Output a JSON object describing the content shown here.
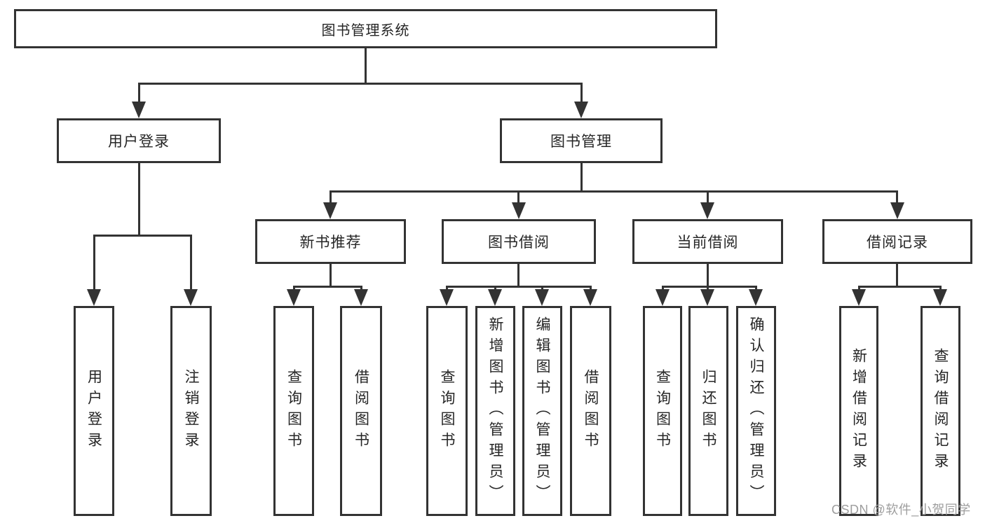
{
  "diagram": {
    "root": {
      "label": "图书管理系统"
    },
    "branches": [
      {
        "label": "用户登录",
        "leaves": [
          "用户登录",
          "注销登录"
        ]
      },
      {
        "label": "图书管理",
        "sections": [
          {
            "label": "新书推荐",
            "leaves": [
              "查询图书",
              "借阅图书"
            ]
          },
          {
            "label": "图书借阅",
            "leaves": [
              "查询图书",
              "新增图书（管理员）",
              "编辑图书（管理员）",
              "借阅图书"
            ]
          },
          {
            "label": "当前借阅",
            "leaves": [
              "查询图书",
              "归还图书",
              "确认归还（管理员）"
            ]
          },
          {
            "label": "借阅记录",
            "leaves": [
              "新增借阅记录",
              "查询借阅记录"
            ]
          }
        ]
      }
    ]
  },
  "watermark": {
    "text": "CSDN @软件_小贺同学"
  },
  "colors": {
    "line": "#333333",
    "text": "#262626",
    "watermark": "#9e9e9e",
    "background": "#ffffff"
  }
}
